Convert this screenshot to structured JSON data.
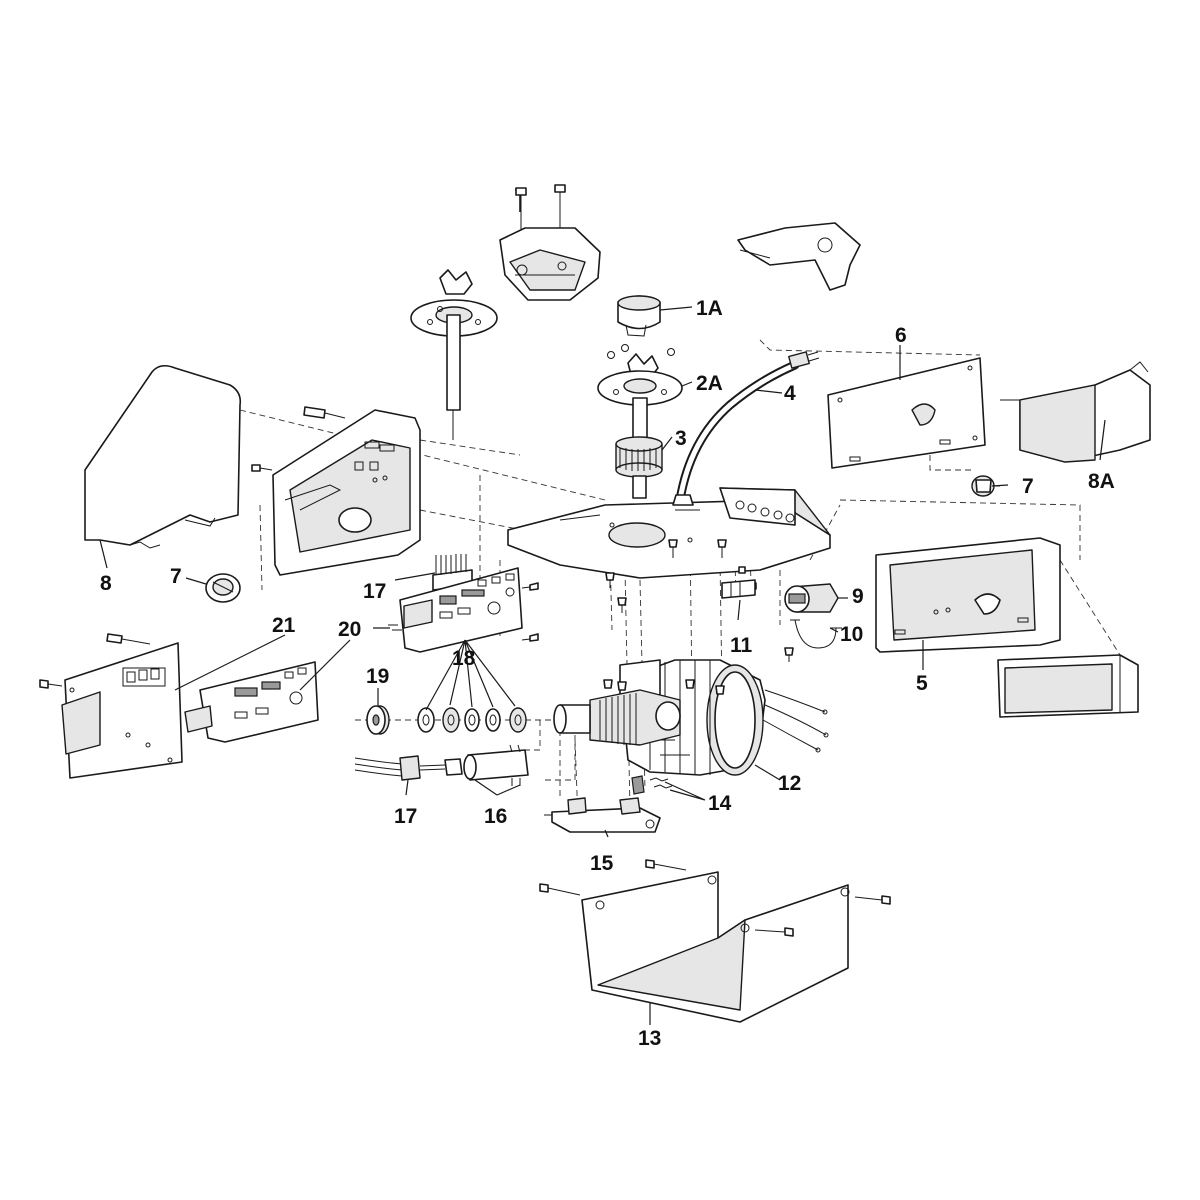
{
  "callouts": {
    "c1A": "1A",
    "c2A": "2A",
    "c3": "3",
    "c4": "4",
    "c5": "5",
    "c6": "6",
    "c7a": "7",
    "c7b": "7",
    "c8": "8",
    "c8A": "8A",
    "c9": "9",
    "c10": "10",
    "c11": "11",
    "c12": "12",
    "c13": "13",
    "c14": "14",
    "c15": "15",
    "c16": "16",
    "c17a": "17",
    "c17b": "17",
    "c18": "18",
    "c19": "19",
    "c20": "20",
    "c21": "21"
  }
}
